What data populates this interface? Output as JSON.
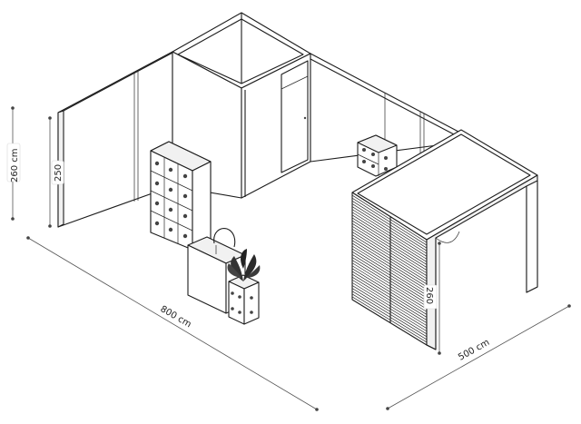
{
  "dimensions": {
    "outer_wall_height": "260 cm",
    "inner_wall_height": "250",
    "length": "800 cm",
    "width": "500 cm",
    "storage_height": "260"
  }
}
